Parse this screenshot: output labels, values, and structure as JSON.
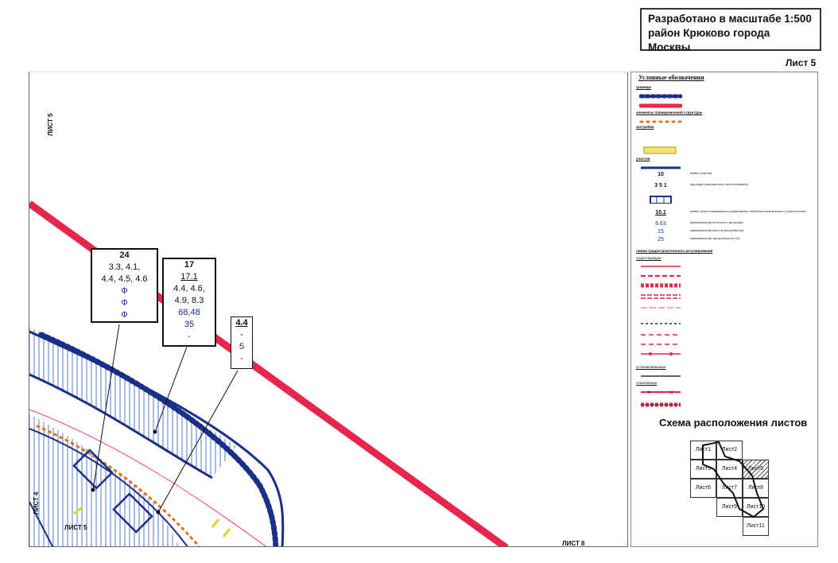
{
  "header": {
    "scale_line": "Разработано в масштабе 1:500",
    "district_line": "район Крюково города Москвы",
    "sheet": "Лист 5"
  },
  "map": {
    "side_labels": {
      "top_left": "ЛИСТ 5",
      "bottom_left": "ЛИСТ 4",
      "bottom_inner": "ЛИСТ 5",
      "bottom_right": "ЛИСТ 8"
    },
    "callouts": [
      {
        "id": "24",
        "lines": [
          "3.3, 4.1,",
          "4.4, 4.5, 4.6"
        ],
        "blue": [
          "Ф",
          "Ф",
          "Ф"
        ]
      },
      {
        "id": "17",
        "zone": "17.1",
        "lines": [
          "4.4, 4.6,",
          "4.9, 8.3"
        ],
        "blue": [
          "68,48",
          "35"
        ],
        "extra": "-"
      },
      {
        "id": "4.4",
        "lines": [
          "-"
        ],
        "blue": [
          "5"
        ],
        "extra": "-"
      }
    ],
    "colors": {
      "red_line": "#e8254b",
      "pink_line": "#ef3c8c",
      "blue_line": "#1a2f86",
      "hatch": "#2b59c4"
    }
  },
  "legend": {
    "title": "Условные обозначения",
    "sections": {
      "borders": "границы",
      "structure": "элементы планировочной структуры",
      "buildings": "застройка",
      "plots": "участки",
      "regulation": "линии градостроительного регулирования",
      "existing": "существующие",
      "established": "устанавливаемые",
      "cancelled": "отменяемые"
    },
    "items": [
      {
        "symbol": "10",
        "text": "номер участка"
      },
      {
        "symbol": "3 5 1",
        "text": "код вида разрешенного использования"
      },
      {
        "symbol": "10.1",
        "text": "номер зоны планируемого размещения объектов капитального строительства"
      },
      {
        "symbol": "6.63",
        "text": "максимальная плотность застройки"
      },
      {
        "symbol": "15",
        "text": "максимальная высота застройки (м)"
      },
      {
        "symbol": "25",
        "text": "максимальная застроенность (%)"
      }
    ]
  },
  "scheme": {
    "title": "Схема расположения листов",
    "sheets": [
      "Лист1",
      "Лист2",
      "Лист3",
      "Лист4",
      "Лист5",
      "Лист6",
      "Лист7",
      "Лист8",
      "Лист9",
      "Лист10",
      "Лист11"
    ]
  }
}
